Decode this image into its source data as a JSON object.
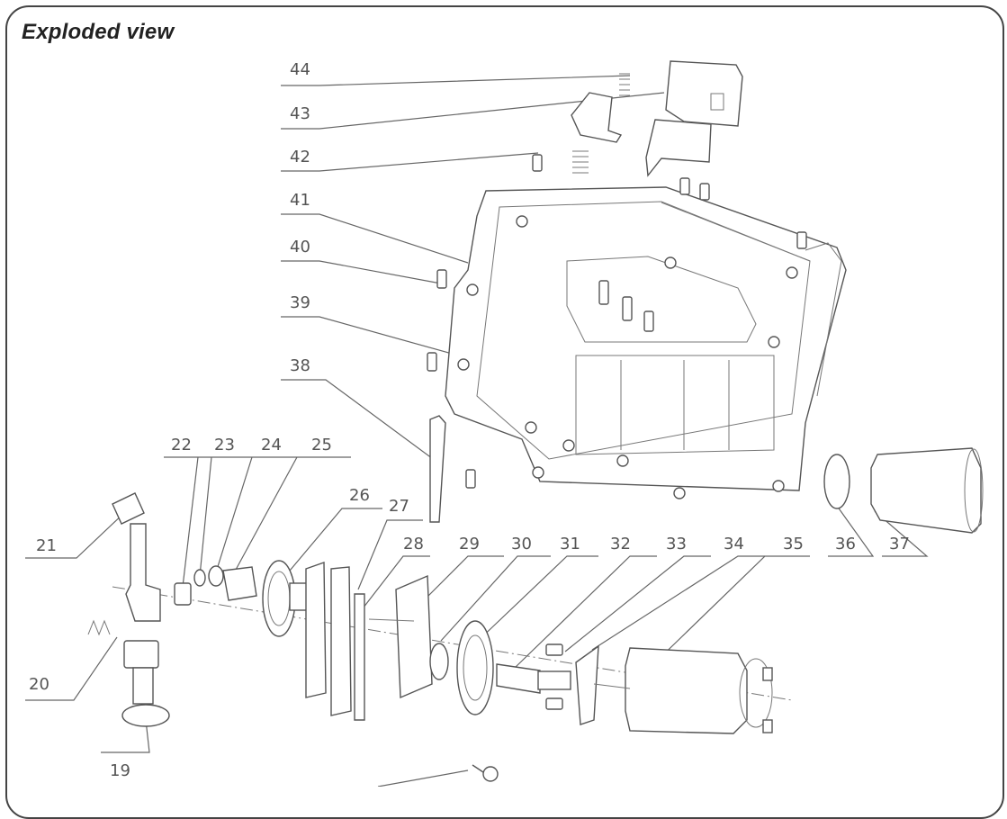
{
  "header": {
    "title": "Exploded view"
  },
  "callouts": [
    {
      "id": "44",
      "label": "44"
    },
    {
      "id": "43",
      "label": "43"
    },
    {
      "id": "42",
      "label": "42"
    },
    {
      "id": "41",
      "label": "41"
    },
    {
      "id": "40",
      "label": "40"
    },
    {
      "id": "39",
      "label": "39"
    },
    {
      "id": "38",
      "label": "38"
    },
    {
      "id": "22",
      "label": "22"
    },
    {
      "id": "23",
      "label": "23"
    },
    {
      "id": "24",
      "label": "24"
    },
    {
      "id": "25",
      "label": "25"
    },
    {
      "id": "26",
      "label": "26"
    },
    {
      "id": "27",
      "label": "27"
    },
    {
      "id": "21",
      "label": "21"
    },
    {
      "id": "28",
      "label": "28"
    },
    {
      "id": "29",
      "label": "29"
    },
    {
      "id": "30",
      "label": "30"
    },
    {
      "id": "31",
      "label": "31"
    },
    {
      "id": "32",
      "label": "32"
    },
    {
      "id": "33",
      "label": "33"
    },
    {
      "id": "34",
      "label": "34"
    },
    {
      "id": "35",
      "label": "35"
    },
    {
      "id": "36",
      "label": "36"
    },
    {
      "id": "37",
      "label": "37"
    },
    {
      "id": "20",
      "label": "20"
    },
    {
      "id": "19",
      "label": "19"
    }
  ]
}
